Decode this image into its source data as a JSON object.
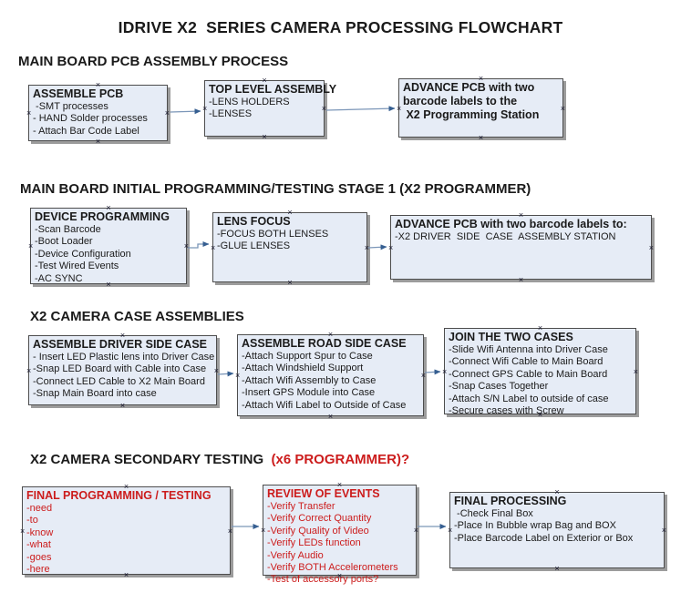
{
  "colors": {
    "box_fill": "#e6ecf6",
    "box_border": "#4d4d4d",
    "box_shadow": "#9c9c9c",
    "arrow_line": "#7b96b8",
    "arrow_head": "#365f91",
    "red": "#cc1c1c"
  },
  "title": "IDRIVE X2  SERIES CAMERA PROCESSING FLOWCHART",
  "sections": [
    {
      "heading": "MAIN BOARD PCB ASSEMBLY PROCESS"
    },
    {
      "heading": "MAIN BOARD INITIAL PROGRAMMING/TESTING STAGE 1 (X2 PROGRAMMER)"
    },
    {
      "heading": "X2 CAMERA CASE ASSEMBLIES"
    },
    {
      "heading": "X2 CAMERA SECONDARY TESTING  ",
      "heading_red": "(x6 PROGRAMMER)?"
    }
  ],
  "boxes": {
    "assemble_pcb": {
      "title": "ASSEMBLE PCB",
      "lines": [
        " -SMT processes",
        "- HAND Solder processes",
        "- Attach Bar Code Label"
      ]
    },
    "top_level_assembly": {
      "title": "TOP LEVEL ASSEMBLY",
      "lines": [
        "-LENS HOLDERS",
        "-LENSES"
      ]
    },
    "advance_pcb_to_programming": {
      "title": "ADVANCE PCB with two",
      "lines": [
        "barcode labels to the",
        " X2 Programming Station"
      ]
    },
    "device_programming": {
      "title": "DEVICE PROGRAMMING",
      "lines": [
        "-Scan Barcode",
        "-Boot Loader",
        "-Device Configuration",
        "-Test Wired Events",
        "-AC SYNC"
      ]
    },
    "lens_focus": {
      "title": "LENS FOCUS",
      "lines": [
        "-FOCUS BOTH LENSES",
        "-GLUE LENSES"
      ]
    },
    "advance_pcb_to_case_station": {
      "title": "ADVANCE PCB with two barcode labels to:",
      "lines": [
        "-X2 DRIVER  SIDE  CASE  ASSEMBLY STATION"
      ]
    },
    "assemble_driver_side_case": {
      "title": "ASSEMBLE DRIVER SIDE CASE",
      "lines": [
        "- Insert LED Plastic lens into Driver Case",
        "-Snap LED Board with Cable into Case",
        "-Connect LED Cable to X2 Main Board",
        "-Snap Main Board into case"
      ]
    },
    "assemble_road_side_case": {
      "title": "ASSEMBLE ROAD SIDE CASE",
      "lines": [
        "-Attach Support Spur to Case",
        "-Attach Windshield Support",
        "-Attach Wifi Assembly to Case",
        "-Insert GPS Module into Case",
        "-Attach Wifi Label to Outside of Case"
      ]
    },
    "join_the_two_cases": {
      "title": "JOIN THE TWO CASES",
      "lines": [
        "-Slide Wifi Antenna into Driver Case",
        "-Connect Wifi Cable to Main Board",
        "-Connect GPS Cable to Main Board",
        "-Snap Cases Together",
        "-Attach S/N Label to outside of case",
        "-Secure cases with Screw"
      ]
    },
    "final_programming_testing": {
      "title": "FINAL PROGRAMMING / TESTING",
      "lines": [
        "-need",
        "-to",
        "-know",
        "-what",
        "-goes",
        "-here"
      ]
    },
    "review_of_events": {
      "title": "REVIEW OF EVENTS",
      "lines": [
        "-Verify Transfer",
        "-Verify Correct Quantity",
        "-Verify Quality of Video",
        "-Verify LEDs function",
        "-Verify Audio",
        "-Verify BOTH Accelerometers",
        "-Test of accessory ports?"
      ]
    },
    "final_processing": {
      "title": "FINAL PROCESSING",
      "lines": [
        " -Check Final Box",
        "-Place In Bubble wrap Bag and BOX",
        "-Place Barcode Label on Exterior or Box"
      ]
    }
  }
}
